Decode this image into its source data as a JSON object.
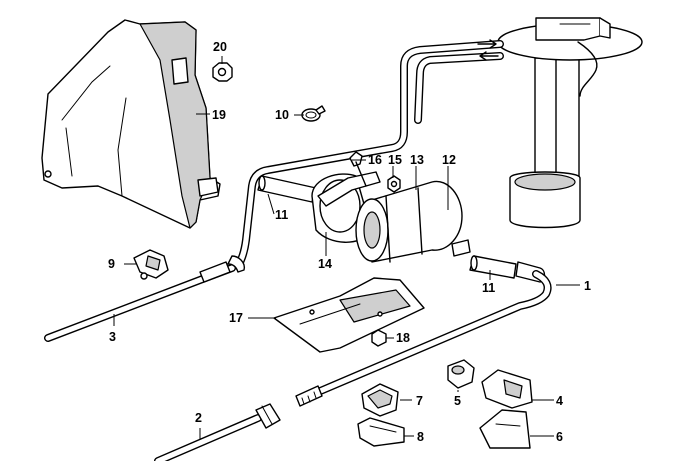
{
  "callouts": {
    "p1": "1",
    "p2": "2",
    "p3": "3",
    "p4": "4",
    "p5": "5",
    "p6": "6",
    "p7": "7",
    "p8": "8",
    "p9": "9",
    "p10": "10",
    "p11a": "11",
    "p11b": "11",
    "p12": "12",
    "p13": "13",
    "p14": "14",
    "p15": "15",
    "p16": "16",
    "p17": "17",
    "p18": "18",
    "p19": "19",
    "p20": "20"
  }
}
